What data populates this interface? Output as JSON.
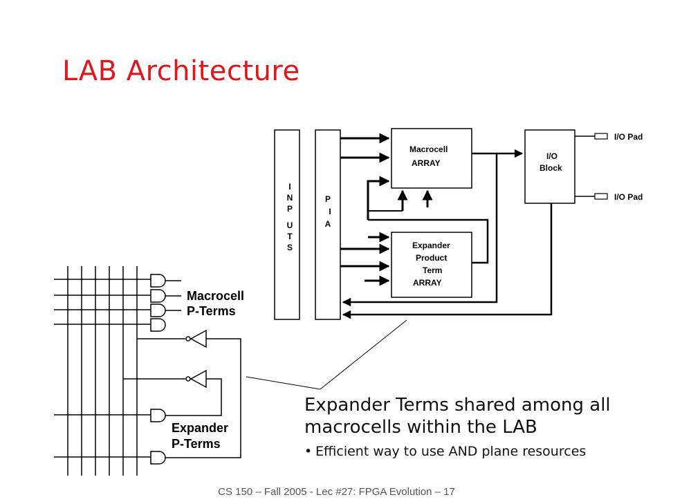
{
  "slide": {
    "title": "LAB Architecture",
    "footer": "CS 150 – Fall 2005 - Lec #27: FPGA Evolution – 17"
  },
  "diagram": {
    "inputs_letters": [
      "I",
      "N",
      "P",
      "U",
      "T",
      "S"
    ],
    "pia_letters": [
      "P",
      "I",
      "A"
    ],
    "macrocell_array": [
      "Macrocell",
      "ARRAY"
    ],
    "expander_array": [
      "Expander",
      "Product",
      "Term",
      "ARRAY"
    ],
    "io_block": [
      "I/O",
      "Block"
    ],
    "io_pad_top": "I/O Pad",
    "io_pad_bottom": "I/O Pad",
    "macrocell_pterms": [
      "Macrocell",
      "P-Terms"
    ],
    "expander_pterms": [
      "Expander",
      "P-Terms"
    ]
  },
  "body": {
    "headline_line1": "Expander Terms shared among all",
    "headline_line2": "macrocells within the LAB",
    "bullet": "Efficient way to use AND plane resources"
  }
}
